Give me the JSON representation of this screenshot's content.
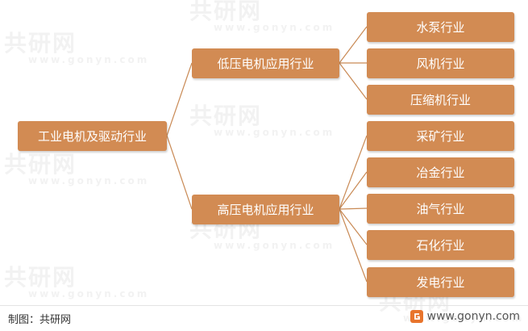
{
  "diagram": {
    "root": "工业电机及驱动行业",
    "branches": [
      {
        "label": "低压电机应用行业",
        "children": [
          "水泵行业",
          "风机行业",
          "压缩机行业"
        ]
      },
      {
        "label": "高压电机应用行业",
        "children": [
          "采矿行业",
          "冶金行业",
          "油气行业",
          "石化行业",
          "发电行业"
        ]
      }
    ]
  },
  "footer": {
    "source": "制图：共研网",
    "site": "www.gonyn.com"
  },
  "watermark": {
    "brand": "共研网",
    "domain": "www.gonyn.com"
  },
  "colors": {
    "node_fill": "#d28b53",
    "connector": "#c98a55",
    "node_text": "#ffffff"
  }
}
